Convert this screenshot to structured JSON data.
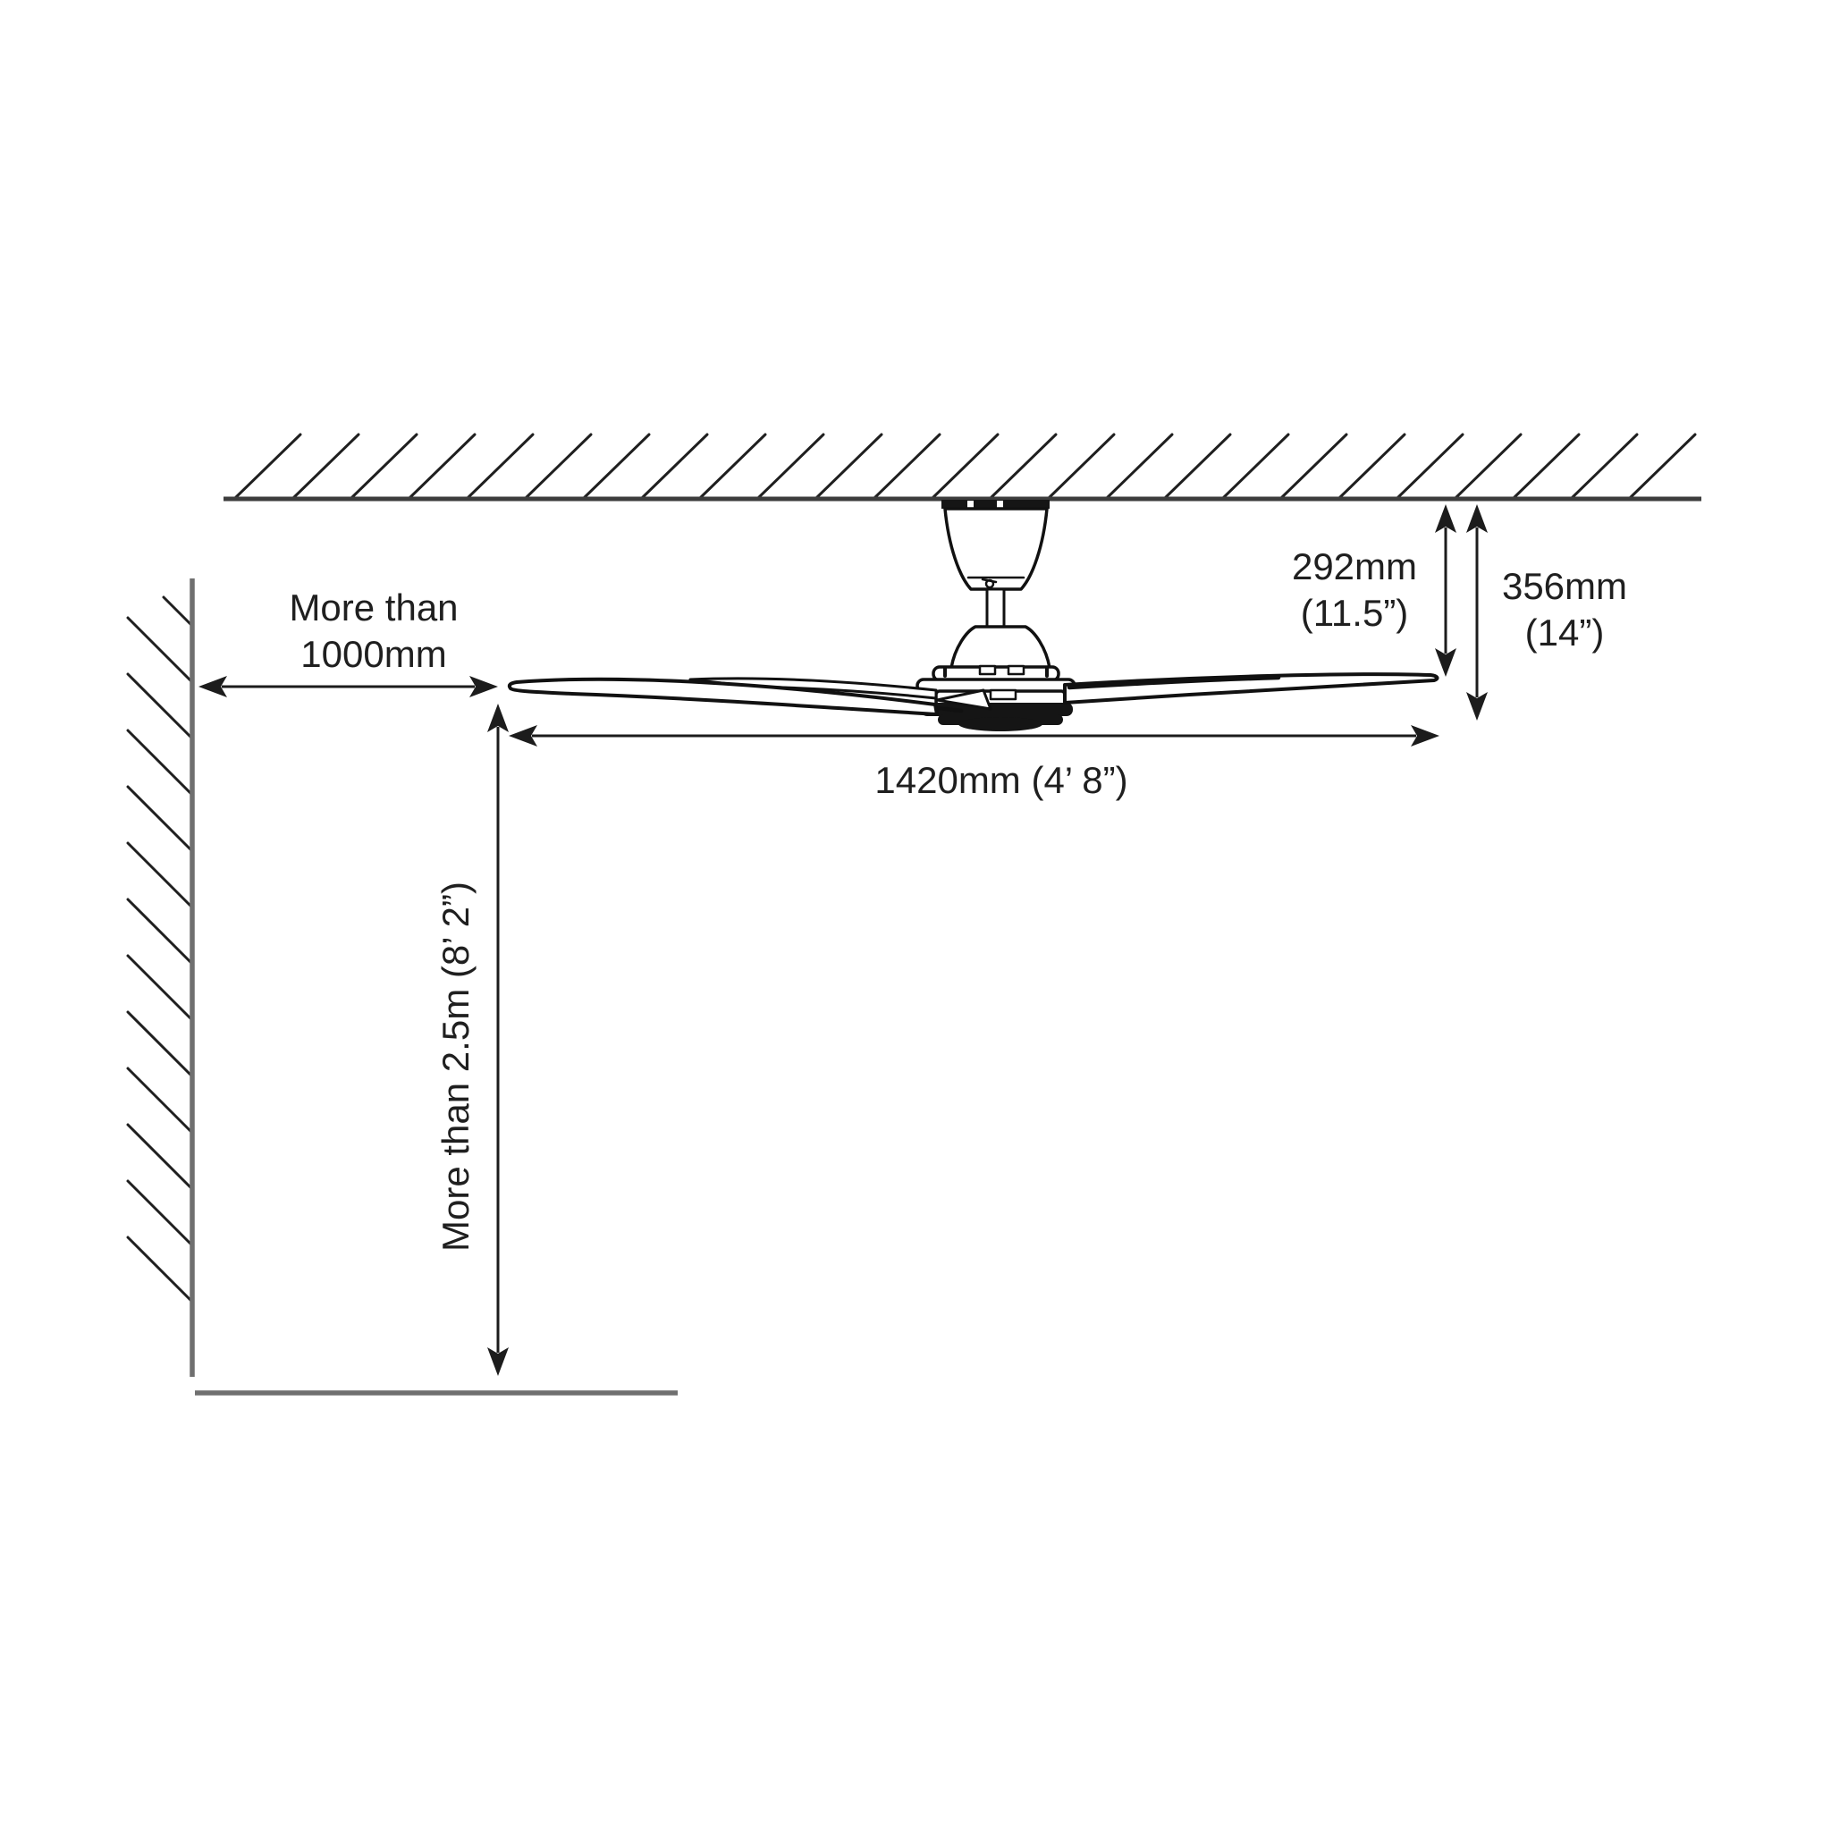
{
  "diagram": {
    "type": "ceiling-fan-installation-clearance",
    "labels": {
      "wall_clearance": {
        "line1": "More than",
        "line2": "1000mm"
      },
      "floor_clearance": "More than 2.5m (8’ 2”)",
      "ceiling_to_blade": {
        "line1": "292mm",
        "line2": "(11.5”)"
      },
      "ceiling_to_fan_bottom": {
        "line1": "356mm",
        "line2": "(14”)"
      },
      "blade_sweep": "1420mm (4’ 8”)"
    },
    "colors": {
      "background": "#ffffff",
      "ceiling_line": "#3d3d3d",
      "wall_floor_line": "#6f6f6f",
      "hatch": "#1f1f1f",
      "dimension_line": "#1c1c1c",
      "fan_outline": "#111111",
      "fan_dark_fill": "#151515",
      "text": "#1f1f1f"
    }
  }
}
